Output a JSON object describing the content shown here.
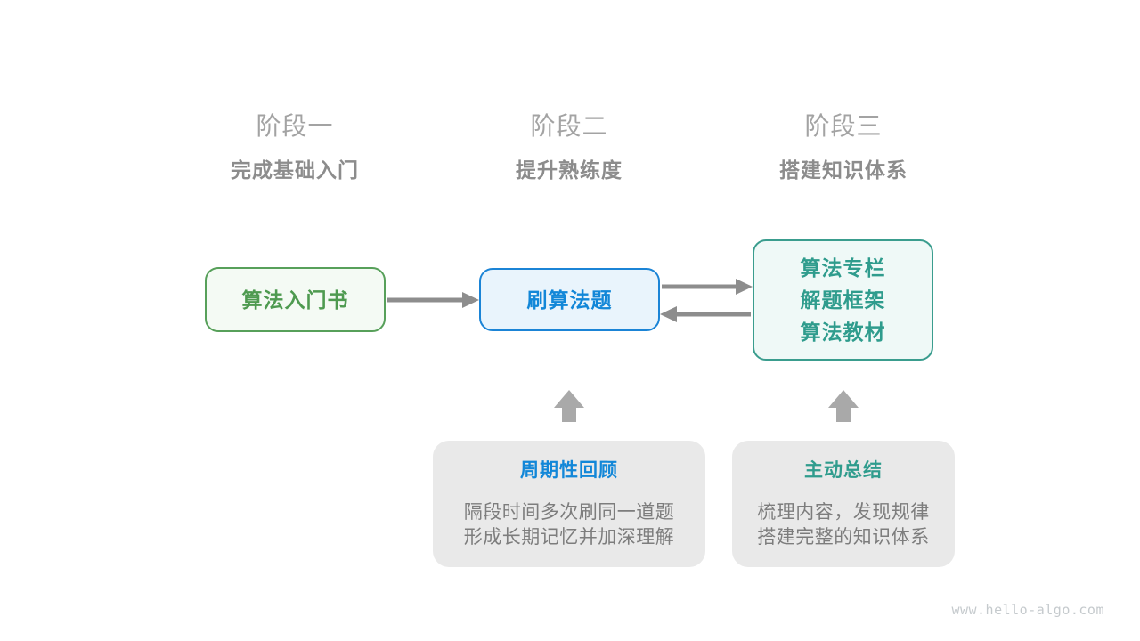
{
  "page": {
    "background": "#ffffff",
    "watermark": "www.hello-algo.com"
  },
  "stages": [
    {
      "label": "阶段一",
      "subtitle": "完成基础入门"
    },
    {
      "label": "阶段二",
      "subtitle": "提升熟练度"
    },
    {
      "label": "阶段三",
      "subtitle": "搭建知识体系"
    }
  ],
  "nodes": {
    "intro_book": {
      "label": "算法入门书",
      "text_color": "#4e9a50",
      "border_color": "#57a05a",
      "fill": "#f4faf4"
    },
    "practice": {
      "label": "刷算法题",
      "text_color": "#1287d8",
      "border_color": "#1b84d6",
      "fill": "#e9f4fc"
    },
    "resources": {
      "lines": [
        "算法专栏",
        "解题框架",
        "算法教材"
      ],
      "text_color": "#2f9c8d",
      "border_color": "#3a9d8e",
      "fill": "#eff9f7"
    }
  },
  "callouts": [
    {
      "title": "周期性回顾",
      "title_color": "#1287d8",
      "lines": [
        "隔段时间多次刷同一道题",
        "形成长期记忆并加深理解"
      ]
    },
    {
      "title": "主动总结",
      "title_color": "#2f9c8d",
      "lines": [
        "梳理内容，发现规律",
        "搭建完整的知识体系"
      ]
    }
  ],
  "colors": {
    "arrow": "#8d8d8d",
    "block_arrow": "#a9a9a9",
    "stage_label": "#a3a3a3",
    "stage_subtitle": "#8c8c8c",
    "callout_bg": "#e9e9e9",
    "callout_text": "#7d7d7d",
    "watermark": "#c5cacd"
  }
}
